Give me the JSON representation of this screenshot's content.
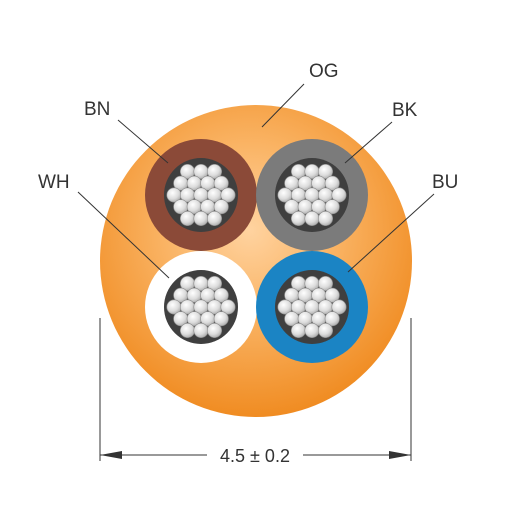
{
  "labels": {
    "jacket": "OG",
    "core_top_left": "BN",
    "core_top_right": "BK",
    "core_bottom_left": "WH",
    "core_bottom_right": "BU"
  },
  "dimension": {
    "text": "4.5 ± 0.2"
  },
  "colors": {
    "jacket": "#f7a03c",
    "jacket_dark": "#e8861e",
    "core_brown": "#8b4a38",
    "core_black": "#7b7b7b",
    "core_white": "#ffffff",
    "core_blue": "#1b84c4",
    "strand": "#d9d9d9",
    "strand_bg": "#4a4a4a",
    "line": "#333333"
  },
  "icons": {
    "cable_cross_section": "cable-cross-section-icon"
  }
}
